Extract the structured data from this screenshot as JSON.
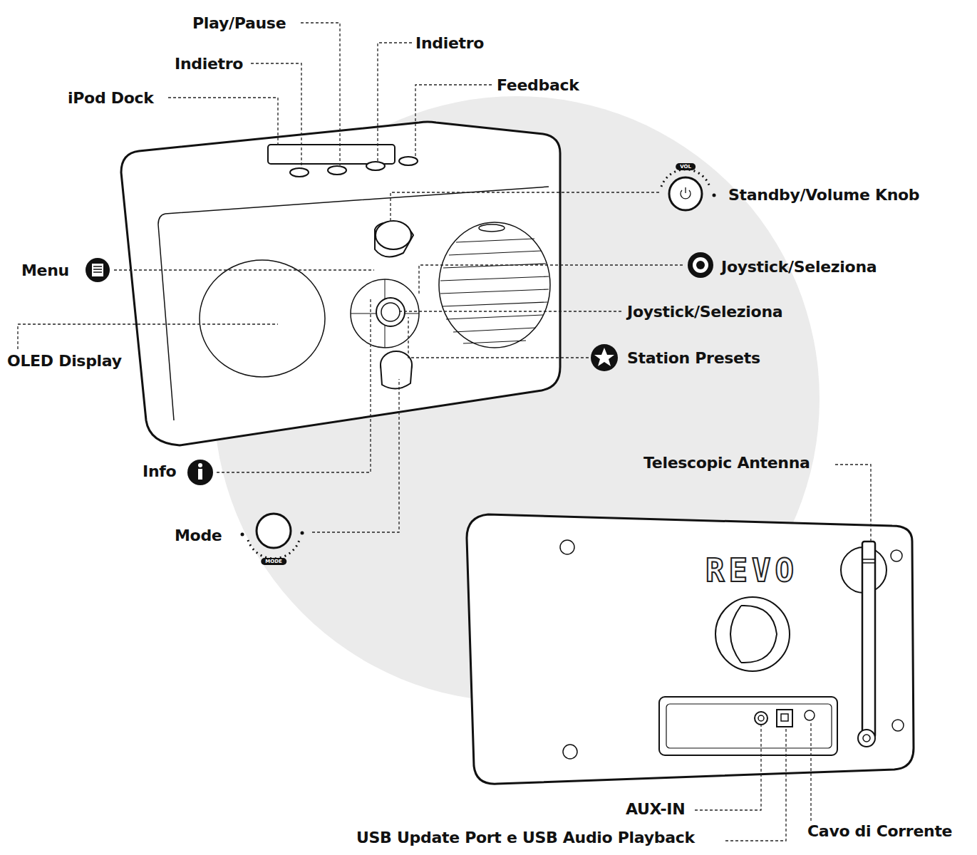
{
  "diagram": {
    "labels": [
      "Play/Pause",
      "Indietro",
      "Indietro",
      "iPod Dock",
      "Feedback",
      "Standby/Volume Knob",
      "VOL",
      "Menu",
      "Joystick/Seleziona",
      "Joystick/Seleziona",
      "OLED Display",
      "Station Presets",
      "Info",
      "Mode",
      "MODE",
      "REVO",
      "Telescopic Antenna",
      "AUX-IN",
      "USB Update Port e USB Audio Playback",
      "Cavo di Corrente"
    ]
  }
}
